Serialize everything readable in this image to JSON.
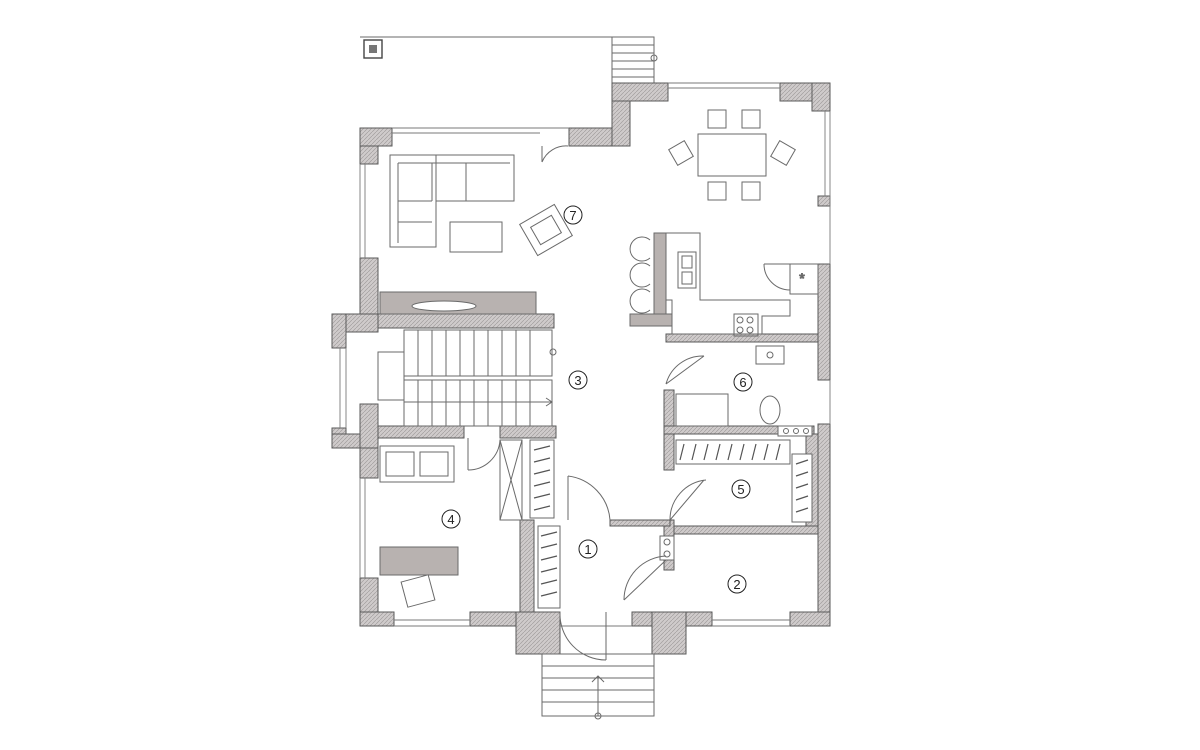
{
  "rooms": [
    {
      "id": "1",
      "label": "1"
    },
    {
      "id": "2",
      "label": "2"
    },
    {
      "id": "3",
      "label": "3"
    },
    {
      "id": "4",
      "label": "4"
    },
    {
      "id": "5",
      "label": "5"
    },
    {
      "id": "6",
      "label": "6"
    },
    {
      "id": "7",
      "label": "7"
    }
  ],
  "colors": {
    "wall_fill": "#c9c6c6",
    "wall_stroke": "#5a5a5a",
    "line": "#6a6a6a",
    "wood": "#b8b2b0",
    "background": "#ffffff"
  }
}
